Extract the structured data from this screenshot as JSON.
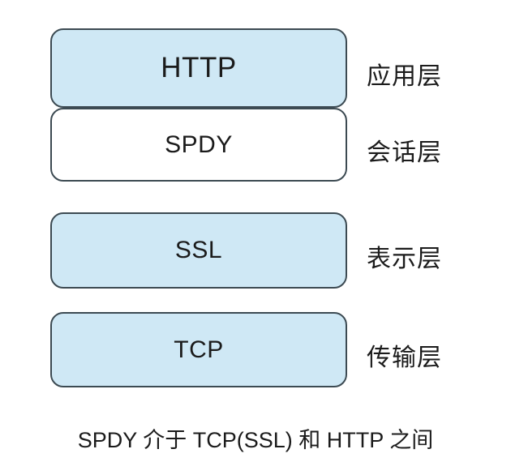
{
  "diagram": {
    "title": "SPDY protocol stack diagram",
    "background_color": "#ffffff",
    "box_fill_blue": "#cfe8f5",
    "box_fill_white": "#ffffff",
    "box_border_color": "#3c4a52",
    "text_color": "#1b1b1b",
    "layers": [
      {
        "id": "http",
        "name": "HTTP",
        "side_label": "应用层",
        "fill": "#cfe8f5"
      },
      {
        "id": "spdy",
        "name": "SPDY",
        "side_label": "会话层",
        "fill": "#ffffff"
      },
      {
        "id": "ssl",
        "name": "SSL",
        "side_label": "表示层",
        "fill": "#cfe8f5"
      },
      {
        "id": "tcp",
        "name": "TCP",
        "side_label": "传输层",
        "fill": "#cfe8f5"
      }
    ],
    "caption": "SPDY 介于 TCP(SSL) 和 HTTP 之间"
  }
}
